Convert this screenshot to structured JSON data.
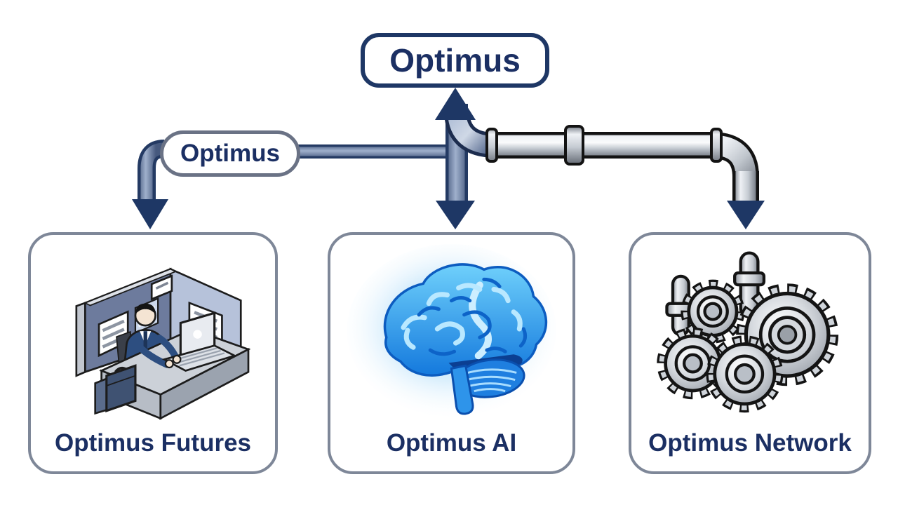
{
  "diagram": {
    "root": {
      "label": "Optimus"
    },
    "branch": {
      "label": "Optimus"
    },
    "nodes": [
      {
        "id": "optimus-futures",
        "label": "Optimus Futures",
        "icon": "trader-desk-icon"
      },
      {
        "id": "optimus-ai",
        "label": "Optimus AI",
        "icon": "glowing-brain-icon"
      },
      {
        "id": "optimus-network",
        "label": "Optimus Network",
        "icon": "metal-gears-icon"
      }
    ],
    "connectors": {
      "style": "pipes",
      "arrows": [
        "up-to-root",
        "down-to-futures",
        "down-to-ai",
        "down-to-network"
      ],
      "arrow_color": "#1e3765",
      "blue_pipe_color": "#8196b8",
      "metal_pipe_color": "#c9ced6"
    }
  },
  "colors": {
    "background": "#ffffff",
    "text": "#1b2f63",
    "root_border": "#1e3765",
    "branch_border": "#6a7285",
    "card_border": "#7e8798",
    "brain_blue": "#2196f0"
  }
}
